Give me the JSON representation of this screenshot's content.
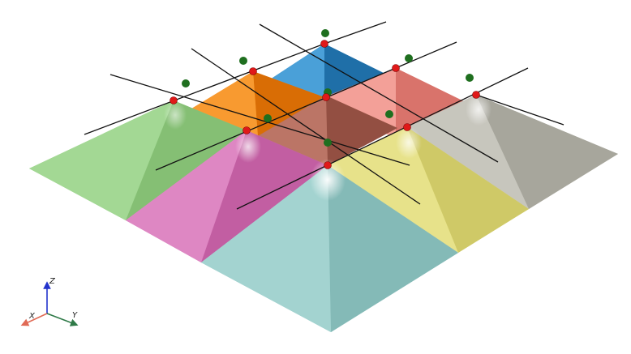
{
  "scene": {
    "background": "#ffffff",
    "patches": [
      {
        "name": "patch-top-blue",
        "color": "#2f86c4"
      },
      {
        "name": "patch-orange",
        "color": "#f0820f"
      },
      {
        "name": "patch-salmon",
        "color": "#e9877e"
      },
      {
        "name": "patch-center-brown",
        "color": "#a86152"
      },
      {
        "name": "patch-left-green",
        "color": "#93cc83"
      },
      {
        "name": "patch-gray",
        "color": "#b7b6ac"
      },
      {
        "name": "patch-magenta",
        "color": "#d271b3"
      },
      {
        "name": "patch-yellow",
        "color": "#dcd777"
      },
      {
        "name": "patch-bottom-cyan",
        "color": "#93c8c5"
      }
    ],
    "control_point_color": "#e01919",
    "offset_point_color": "#1f6f1f",
    "wire_color": "#111111"
  },
  "triad": {
    "z_label": "Z",
    "x_label": "X",
    "y_label": "Y",
    "z_color": "#2233cc",
    "x_color": "#e06a55",
    "y_color": "#2f7a48"
  }
}
